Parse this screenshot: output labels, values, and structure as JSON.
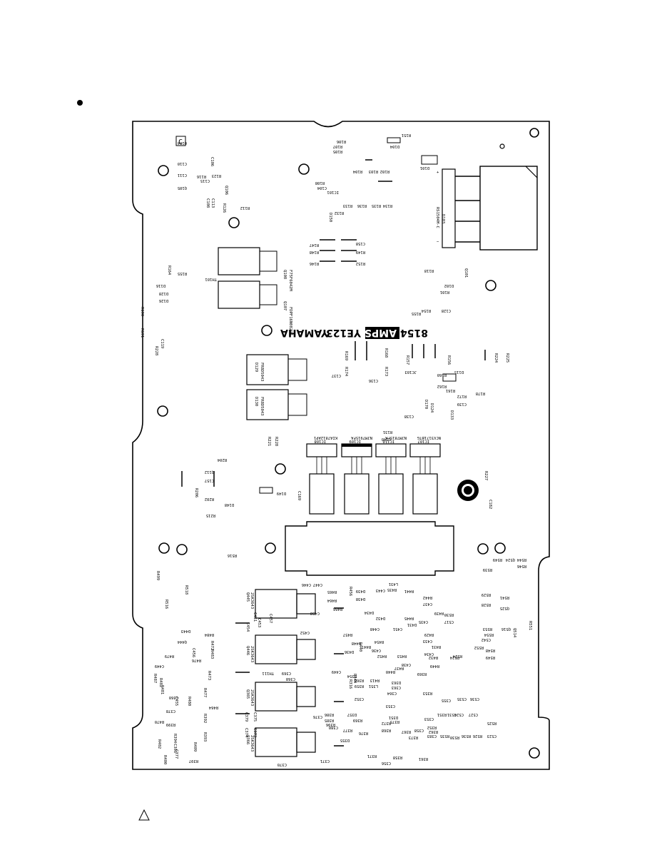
{
  "board": {
    "title_pcb_id": "8154",
    "title_badge": "AMPS",
    "title_code": "YE123",
    "title_maker": "YAMAHA",
    "corner_mark": "C"
  },
  "components": {
    "c1": "Q104",
    "c2": "C106",
    "c3": "C110",
    "c4": "C111",
    "c5": "R116",
    "c6": "C115",
    "c7": "R123",
    "c8": "Q105",
    "c9": "Q106",
    "c10": "C108",
    "c11": "C113",
    "c12": "R126",
    "c13": "R112",
    "c14": "R151",
    "c15": "R106",
    "c16": "R107",
    "c17": "R105",
    "c18": "D104",
    "c19": "D101",
    "c20": "R104",
    "c21": "R103",
    "c22": "R102",
    "c23": "R108",
    "c24": "C104",
    "c25": "IC101",
    "c26": "D150",
    "c27": "R132",
    "c28": "R133",
    "c29": "R136",
    "c30": "R135",
    "c31": "R134",
    "c32": "D103",
    "c33": "RS1504M-C",
    "c34": "R147",
    "c35": "R148",
    "c36": "R146",
    "c37": "C158",
    "c38": "R149",
    "c39": "R152",
    "c40": "Q108",
    "c41": "F75F6042M",
    "c42": "TH101",
    "c43": "Q107",
    "c44": "FDPF16N082UT",
    "c45": "R164",
    "c46": "R155",
    "c47": "D116",
    "c48": "D128",
    "c49": "D126",
    "c50": "R190",
    "c51": "R191",
    "c52": "C119",
    "c53": "R228",
    "c54": "R118",
    "c55": "Q101",
    "c56": "D102",
    "c57": "R101",
    "c58": "C128",
    "c59": "R155",
    "c60": "R154",
    "c61": "R169",
    "c62": "R168",
    "c63": "R174",
    "c64": "R173",
    "c65": "C137",
    "c66": "C136",
    "c67": "R157",
    "c68": "R156",
    "c69": "R224",
    "c70": "R225",
    "c71": "JC103",
    "c72": "R160",
    "c73": "D115",
    "c74": "R162",
    "c75": "R161",
    "c76": "R172",
    "c77": "R178",
    "c78": "D124",
    "c79": "D170",
    "c80": "C139",
    "c81": "D133",
    "c82": "C138",
    "c83": "R131",
    "c84": "C140",
    "c85": "D129",
    "c86": "FR8D5043",
    "c87": "D130",
    "c88": "FR8D5043",
    "c89": "IC108",
    "c90": "KIA7812AP1",
    "c91": "IC109",
    "c92": "NJM7915FA",
    "c93": "IC110",
    "c94": "NJM7815FA",
    "c95": "IC107",
    "c96": "NCV3171BTG",
    "c97": "R228",
    "c98": "R221",
    "c99": "R204",
    "c100": "Q112",
    "c101": "C157",
    "c102": "R206",
    "c103": "R202",
    "c104": "D148",
    "c105": "R215",
    "c106": "D149",
    "c107": "C169",
    "c108": "R227",
    "c109": "C182",
    "c110": "R516",
    "c111": "R499",
    "c112": "R518",
    "c113": "R516",
    "c114": "C446",
    "c115": "C447",
    "c116": "Q445",
    "c117": "2SK3643",
    "c118": "R465",
    "c119": "R464",
    "c120": "R456",
    "c121": "D439",
    "c122": "D438",
    "c123": "C443",
    "c124": "R435",
    "c125": "L431",
    "c126": "R441",
    "c127": "R442",
    "c128": "C437",
    "c129": "R439",
    "c130": "C454",
    "c131": "C453",
    "c132": "C457",
    "c133": "C451",
    "c134": "C458",
    "c135": "R466",
    "c136": "D443",
    "c137": "C452",
    "c138": "Q446",
    "c139": "2SK3643",
    "c140": "R472",
    "c141": "R484",
    "c142": "R483",
    "c143": "R457",
    "c144": "D440",
    "c145": "D436",
    "c146": "D434",
    "c147": "D432",
    "c148": "R445",
    "c149": "D431",
    "c150": "C435",
    "c151": "C448",
    "c152": "C451",
    "c153": "R429",
    "c154": "C433",
    "c155": "R431",
    "c156": "R452",
    "c157": "R453",
    "c158": "C434",
    "c159": "R454",
    "c160": "R447",
    "c161": "R448",
    "c162": "C436",
    "c163": "R432",
    "c164": "R437",
    "c165": "R440",
    "c166": "C438",
    "c167": "R449",
    "c168": "R369",
    "c169": "R524",
    "c170": "C456",
    "c171": "Q444",
    "c172": "R479",
    "c173": "R476",
    "c174": "C449",
    "c175": "R473",
    "c176": "R482",
    "c177": "R487",
    "c178": "R481",
    "c179": "C455",
    "c180": "R480",
    "c181": "R477",
    "c182": "TH111",
    "c183": "C368",
    "c184": "C369",
    "c185": "C449",
    "c186": "C360",
    "c187": "C378",
    "c188": "R470",
    "c189": "R399",
    "c190": "R394",
    "c191": "R392",
    "c192": "R393",
    "c193": "R464",
    "c194": "R409",
    "c195": "R402",
    "c196": "R400",
    "c197": "C377",
    "c198": "C381",
    "c199": "R397",
    "c200": "Q365",
    "c201": "2SK3643",
    "c202": "C379",
    "c203": "C375",
    "c204": "C374",
    "c205": "C373",
    "c206": "C376",
    "c207": "R386",
    "c208": "R385",
    "c209": "R396",
    "c210": "C380",
    "c211": "Q366",
    "c212": "2SK3643",
    "c213": "C370",
    "c214": "C371",
    "c215": "R316",
    "c216": "R444",
    "c217": "R360",
    "c218": "R359",
    "c219": "D354",
    "c220": "R413",
    "c221": "L351",
    "c222": "D363",
    "c223": "C363",
    "c224": "C364",
    "c225": "C352",
    "c226": "D357",
    "c227": "C353",
    "c228": "R369",
    "c229": "D351",
    "c230": "R375",
    "c231": "R372",
    "c232": "R368",
    "c233": "R377",
    "c234": "R376",
    "c235": "D355",
    "c236": "R367",
    "c237": "R373",
    "c238": "C358",
    "c239": "R371",
    "c240": "C356",
    "c241": "R361",
    "c242": "R358",
    "c243": "R353",
    "c244": "C355",
    "c245": "R351",
    "c246": "C353",
    "c247": "R352",
    "c248": "R362",
    "c249": "C383",
    "c250": "C535",
    "c251": "C536",
    "c252": "C524",
    "c253": "C527",
    "c254": "C531",
    "c255": "R525",
    "c256": "R536",
    "c257": "R530",
    "c258": "R526",
    "c259": "C523",
    "c260": "R535",
    "c261": "R549",
    "c262": "Q524",
    "c263": "R544",
    "c264": "R546",
    "c265": "R539",
    "c266": "R529",
    "c267": "R541",
    "c268": "R528",
    "c269": "Q525",
    "c270": "R530",
    "c271": "C517",
    "c272": "Q516",
    "c273": "R553",
    "c274": "R554",
    "c275": "C542",
    "c276": "R552",
    "c277": "Q514",
    "c278": "R551",
    "c279": "R548",
    "c280": "R549",
    "c281": "R524"
  }
}
